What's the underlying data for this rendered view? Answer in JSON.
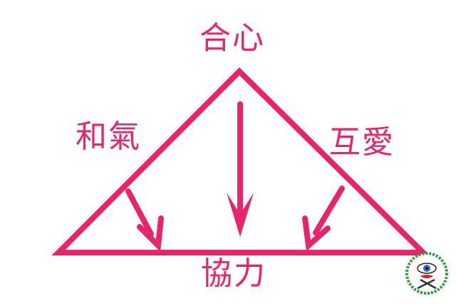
{
  "labels": {
    "top": "合心",
    "left": "和氣",
    "right": "互愛",
    "bottom": "協力"
  },
  "colors": {
    "primary": "#e8246a",
    "logo_green": "#2e9a3a",
    "logo_red": "#d6252c",
    "logo_blue": "#2a6fd0"
  },
  "logo": {
    "icon": "eye-emblem-icon"
  }
}
